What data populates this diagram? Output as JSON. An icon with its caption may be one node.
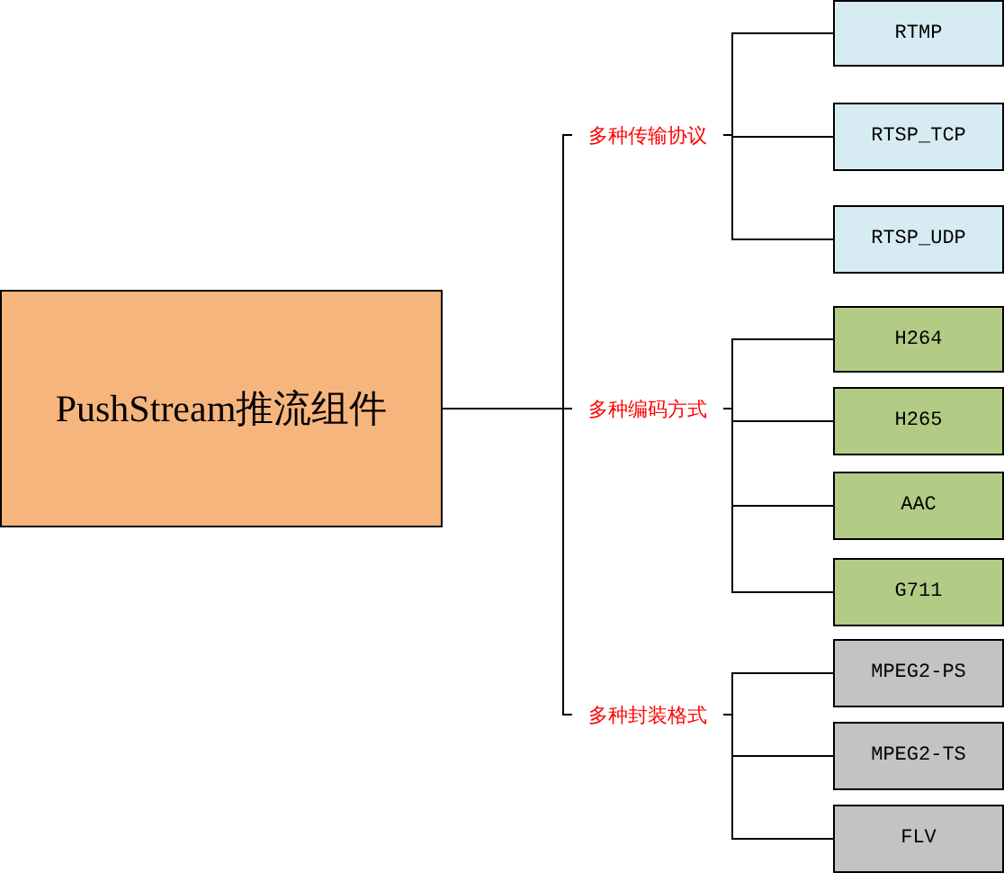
{
  "diagram": {
    "nodes": [
      {
        "text": [
          "PushStream推流组件"
        ]
      },
      {
        "text": [
          "多种传输协议"
        ]
      },
      {
        "text": [
          "RTMP"
        ]
      },
      {
        "text": [
          "RTSP_TCP"
        ]
      },
      {
        "text": [
          "RTSP_UDP"
        ]
      },
      {
        "text": [
          "多种编码方式"
        ]
      },
      {
        "text": [
          "H264"
        ]
      },
      {
        "text": [
          "H265"
        ]
      },
      {
        "text": [
          "AAC"
        ]
      },
      {
        "text": [
          "G711"
        ]
      },
      {
        "text": [
          "多种封装格式"
        ]
      },
      {
        "text": [
          "MPEG2-PS"
        ]
      },
      {
        "text": [
          "MPEG2-TS"
        ]
      },
      {
        "text": [
          "FLV"
        ]
      }
    ],
    "edges": [
      {
        "from": 0,
        "to": 1,
        "arrow": "none"
      },
      {
        "from": 0,
        "to": 5,
        "arrow": "none"
      },
      {
        "from": 0,
        "to": 10,
        "arrow": "none"
      },
      {
        "from": 1,
        "to": 2,
        "arrow": "none"
      },
      {
        "from": 1,
        "to": 3,
        "arrow": "none"
      },
      {
        "from": 1,
        "to": 4,
        "arrow": "none"
      },
      {
        "from": 5,
        "to": 6,
        "arrow": "none"
      },
      {
        "from": 5,
        "to": 7,
        "arrow": "none"
      },
      {
        "from": 5,
        "to": 8,
        "arrow": "none"
      },
      {
        "from": 5,
        "to": 9,
        "arrow": "none"
      },
      {
        "from": 10,
        "to": 11,
        "arrow": "none"
      },
      {
        "from": 10,
        "to": 12,
        "arrow": "none"
      },
      {
        "from": 10,
        "to": 13,
        "arrow": "none"
      }
    ]
  }
}
